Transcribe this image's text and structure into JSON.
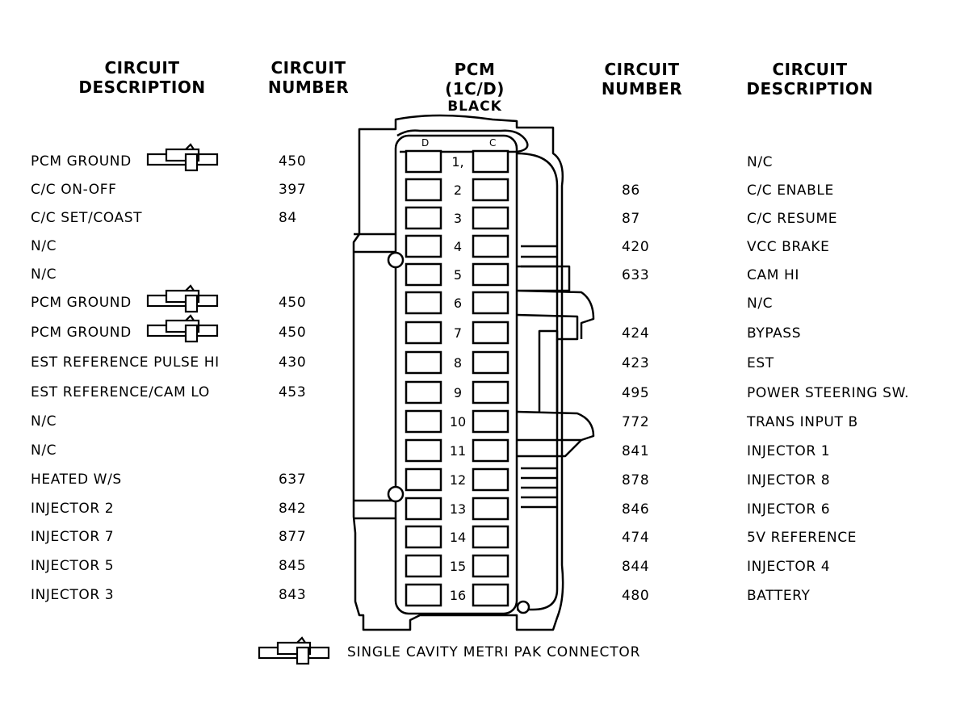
{
  "headers": {
    "left_desc": [
      "CIRCUIT",
      "DESCRIPTION"
    ],
    "left_num": [
      "CIRCUIT",
      "NUMBER"
    ],
    "pcm": [
      "PCM",
      "(1C/D)",
      "BLACK"
    ],
    "right_num": [
      "CIRCUIT",
      "NUMBER"
    ],
    "right_desc": [
      "CIRCUIT",
      "DESCRIPTION"
    ]
  },
  "cavity_labels": {
    "d": "D",
    "c": "C"
  },
  "pins": [
    {
      "pin": "1,",
      "left_desc": "PCM GROUND",
      "left_metripak": true,
      "left_num": "450",
      "right_num": "",
      "right_desc": "N/C"
    },
    {
      "pin": "2",
      "left_desc": "C/C ON-OFF",
      "left_metripak": false,
      "left_num": "397",
      "right_num": "86",
      "right_desc": "C/C ENABLE"
    },
    {
      "pin": "3",
      "left_desc": "C/C SET/COAST",
      "left_metripak": false,
      "left_num": "84",
      "right_num": "87",
      "right_desc": "C/C RESUME"
    },
    {
      "pin": "4",
      "left_desc": "N/C",
      "left_metripak": false,
      "left_num": "",
      "right_num": "420",
      "right_desc": "VCC BRAKE"
    },
    {
      "pin": "5",
      "left_desc": "N/C",
      "left_metripak": false,
      "left_num": "",
      "right_num": "633",
      "right_desc": "CAM HI"
    },
    {
      "pin": "6",
      "left_desc": "PCM GROUND",
      "left_metripak": true,
      "left_num": "450",
      "right_num": "",
      "right_desc": "N/C"
    },
    {
      "pin": "7",
      "left_desc": "PCM GROUND",
      "left_metripak": true,
      "left_num": "450",
      "right_num": "424",
      "right_desc": "BYPASS"
    },
    {
      "pin": "8",
      "left_desc": "EST REFERENCE PULSE HI",
      "left_metripak": false,
      "left_num": "430",
      "right_num": "423",
      "right_desc": "EST"
    },
    {
      "pin": "9",
      "left_desc": "EST REFERENCE/CAM LO",
      "left_metripak": false,
      "left_num": "453",
      "right_num": "495",
      "right_desc": "POWER STEERING SW."
    },
    {
      "pin": "10",
      "left_desc": "N/C",
      "left_metripak": false,
      "left_num": "",
      "right_num": "772",
      "right_desc": "TRANS INPUT B"
    },
    {
      "pin": "11",
      "left_desc": "N/C",
      "left_metripak": false,
      "left_num": "",
      "right_num": "841",
      "right_desc": "INJECTOR 1"
    },
    {
      "pin": "12",
      "left_desc": "HEATED W/S",
      "left_metripak": false,
      "left_num": "637",
      "right_num": "878",
      "right_desc": "INJECTOR 8"
    },
    {
      "pin": "13",
      "left_desc": "INJECTOR 2",
      "left_metripak": false,
      "left_num": "842",
      "right_num": "846",
      "right_desc": "INJECTOR 6"
    },
    {
      "pin": "14",
      "left_desc": "INJECTOR 7",
      "left_metripak": false,
      "left_num": "877",
      "right_num": "474",
      "right_desc": "5V REFERENCE"
    },
    {
      "pin": "15",
      "left_desc": "INJECTOR 5",
      "left_metripak": false,
      "left_num": "845",
      "right_num": "844",
      "right_desc": "INJECTOR 4"
    },
    {
      "pin": "16",
      "left_desc": "INJECTOR 3",
      "left_metripak": false,
      "left_num": "843",
      "right_num": "480",
      "right_desc": "BATTERY"
    }
  ],
  "legend": {
    "label": "SINGLE CAVITY METRI PAK CONNECTOR",
    "icon": "metri-pak-connector-icon"
  }
}
